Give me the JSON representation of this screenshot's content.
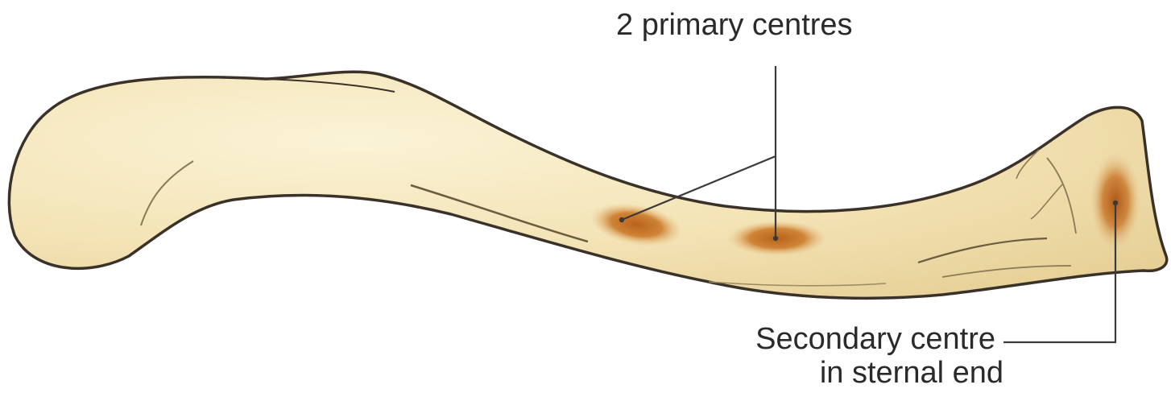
{
  "labels": {
    "primary_centres": "2 primary centres",
    "secondary_centre_line1": "Secondary centre",
    "secondary_centre_line2": "in sternal end"
  },
  "colors": {
    "bone_fill": "#f3e4b8",
    "bone_highlight": "#faf1d2",
    "bone_outline": "#3a3228",
    "ossification_centre": "#c8742a",
    "leader_line": "#3a3a3a",
    "text": "#2a2a2a"
  }
}
